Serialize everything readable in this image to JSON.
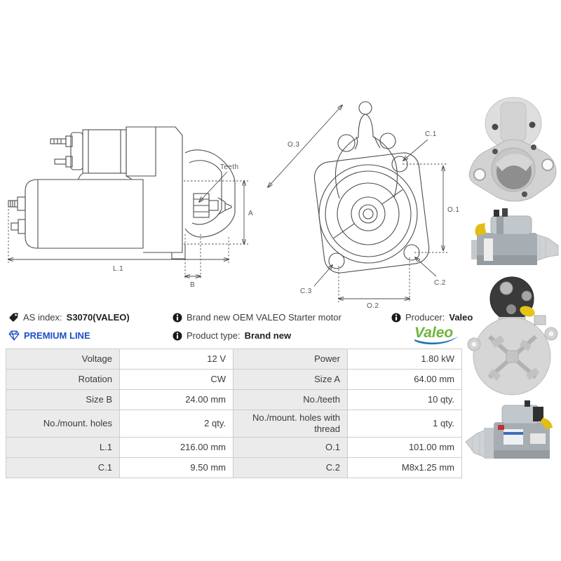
{
  "header": {
    "as_index_label": "AS index:",
    "as_index_value": "S3070(VALEO)",
    "premium_line_label": "PREMIUM LINE",
    "description_text": "Brand new OEM VALEO Starter motor",
    "product_type_label": "Product type:",
    "product_type_value": "Brand new",
    "producer_label": "Producer:",
    "producer_value": "Valeo",
    "producer_logo_text": "Valeo",
    "icons": {
      "as_index": "tag-icon",
      "premium_line": "gem-icon",
      "description": "info-icon",
      "product_type": "info-icon",
      "producer": "info-icon"
    }
  },
  "diagrams": {
    "side_view": {
      "teeth_label": "Teeth",
      "dim_a": "A",
      "dim_l1": "L.1",
      "dim_b": "B"
    },
    "front_view": {
      "dim_o3": "O.3",
      "dim_c1": "C.1",
      "dim_o1": "O.1",
      "dim_c2": "C.2",
      "dim_c3": "C.3",
      "dim_o2": "O.2"
    }
  },
  "photos": [
    {
      "name": "starter-front-flange-photo"
    },
    {
      "name": "starter-side-photo"
    },
    {
      "name": "starter-rear-photo"
    },
    {
      "name": "starter-side-photo-2"
    }
  ],
  "spec_table": {
    "rows": [
      {
        "l1": "Voltage",
        "v1": "12 V",
        "l2": "Power",
        "v2": "1.80 kW"
      },
      {
        "l1": "Rotation",
        "v1": "CW",
        "l2": "Size A",
        "v2": "64.00 mm"
      },
      {
        "l1": "Size B",
        "v1": "24.00 mm",
        "l2": "No./teeth",
        "v2": "10 qty."
      },
      {
        "l1": "No./mount. holes",
        "v1": "2 qty.",
        "l2": "No./mount. holes with thread",
        "v2": "1 qty."
      },
      {
        "l1": "L.1",
        "v1": "216.00 mm",
        "l2": "O.1",
        "v2": "101.00 mm"
      },
      {
        "l1": "C.1",
        "v1": "9.50 mm",
        "l2": "C.2",
        "v2": "M8x1.25 mm"
      }
    ]
  },
  "colors": {
    "premium_blue": "#1c4fc5",
    "valeo_green": "#6fb43c",
    "valeo_swoosh_blue": "#1d71b8",
    "table_label_bg": "#ebebeb",
    "table_border": "#cccccc",
    "text_primary": "#333333",
    "drawing_stroke": "#4d4d4d"
  }
}
